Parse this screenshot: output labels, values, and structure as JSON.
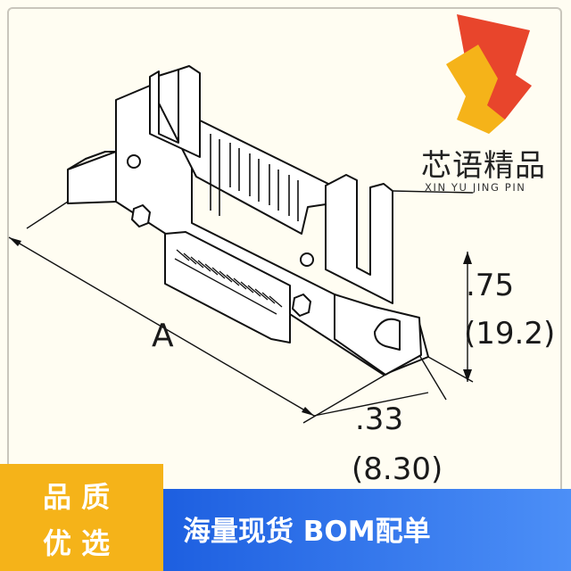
{
  "diagram": {
    "dim_length_label": "A",
    "dim_height_in": ".75",
    "dim_height_mm": "(19.2)",
    "dim_depth_in": ".33",
    "dim_depth_mm": "(8.30)"
  },
  "watermark": {
    "brand_cn": "芯语精品",
    "brand_en": "XIN YU JING PIN",
    "logo_colors": [
      "#e8452c",
      "#f5b319"
    ]
  },
  "badges": {
    "quality_line1": "品 质",
    "quality_line2": "优 选",
    "banner_text": "海量现货 BOM配单",
    "colors": {
      "badge": "#f5b319",
      "banner": "#2a6ff0"
    }
  }
}
